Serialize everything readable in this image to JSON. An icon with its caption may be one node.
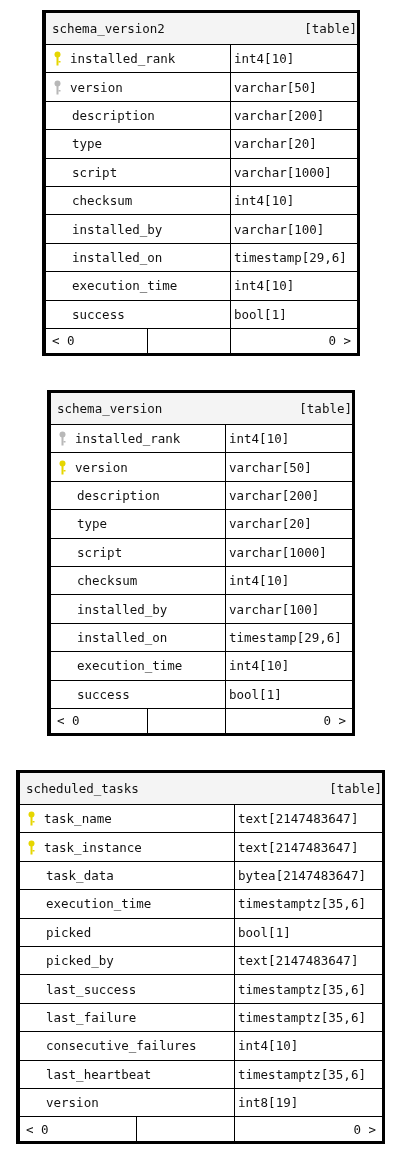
{
  "diagram": {
    "nodes": [
      {
        "text": [
          "schema_version2",
          "[table]"
        ]
      },
      {
        "text": [
          "installed_rank",
          "int4[10]"
        ],
        "in": 0
      },
      {
        "text": [
          "version",
          "varchar[50]"
        ],
        "in": 0
      },
      {
        "text": [
          "description",
          "varchar[200]"
        ],
        "in": 0
      },
      {
        "text": [
          "type",
          "varchar[20]"
        ],
        "in": 0
      },
      {
        "text": [
          "script",
          "varchar[1000]"
        ],
        "in": 0
      },
      {
        "text": [
          "checksum",
          "int4[10]"
        ],
        "in": 0
      },
      {
        "text": [
          "installed_by",
          "varchar[100]"
        ],
        "in": 0
      },
      {
        "text": [
          "installed_on",
          "timestamp[29,6]"
        ],
        "in": 0
      },
      {
        "text": [
          "execution_time",
          "int4[10]"
        ],
        "in": 0
      },
      {
        "text": [
          "success",
          "bool[1]"
        ],
        "in": 0
      },
      {
        "text": [
          "< 0",
          "0 >"
        ],
        "in": 0
      },
      {
        "text": [
          "schema_version",
          "[table]"
        ]
      },
      {
        "text": [
          "installed_rank",
          "int4[10]"
        ],
        "in": 12
      },
      {
        "text": [
          "version",
          "varchar[50]"
        ],
        "in": 12
      },
      {
        "text": [
          "description",
          "varchar[200]"
        ],
        "in": 12
      },
      {
        "text": [
          "type",
          "varchar[20]"
        ],
        "in": 12
      },
      {
        "text": [
          "script",
          "varchar[1000]"
        ],
        "in": 12
      },
      {
        "text": [
          "checksum",
          "int4[10]"
        ],
        "in": 12
      },
      {
        "text": [
          "installed_by",
          "varchar[100]"
        ],
        "in": 12
      },
      {
        "text": [
          "installed_on",
          "timestamp[29,6]"
        ],
        "in": 12
      },
      {
        "text": [
          "execution_time",
          "int4[10]"
        ],
        "in": 12
      },
      {
        "text": [
          "success",
          "bool[1]"
        ],
        "in": 12
      },
      {
        "text": [
          "< 0",
          "0 >"
        ],
        "in": 12
      },
      {
        "text": [
          "scheduled_tasks",
          "[table]"
        ]
      },
      {
        "text": [
          "task_name",
          "text[2147483647]"
        ],
        "in": 24
      },
      {
        "text": [
          "task_instance",
          "text[2147483647]"
        ],
        "in": 24
      },
      {
        "text": [
          "task_data",
          "bytea[2147483647]"
        ],
        "in": 24
      },
      {
        "text": [
          "execution_time",
          "timestamptz[35,6]"
        ],
        "in": 24
      },
      {
        "text": [
          "picked",
          "bool[1]"
        ],
        "in": 24
      },
      {
        "text": [
          "picked_by",
          "text[2147483647]"
        ],
        "in": 24
      },
      {
        "text": [
          "last_success",
          "timestamptz[35,6]"
        ],
        "in": 24
      },
      {
        "text": [
          "last_failure",
          "timestamptz[35,6]"
        ],
        "in": 24
      },
      {
        "text": [
          "consecutive_failures",
          "int4[10]"
        ],
        "in": 24
      },
      {
        "text": [
          "last_heartbeat",
          "timestamptz[35,6]"
        ],
        "in": 24
      },
      {
        "text": [
          "version",
          "int8[19]"
        ],
        "in": 24
      },
      {
        "text": [
          "< 0",
          "0 >"
        ],
        "in": 24
      }
    ]
  }
}
